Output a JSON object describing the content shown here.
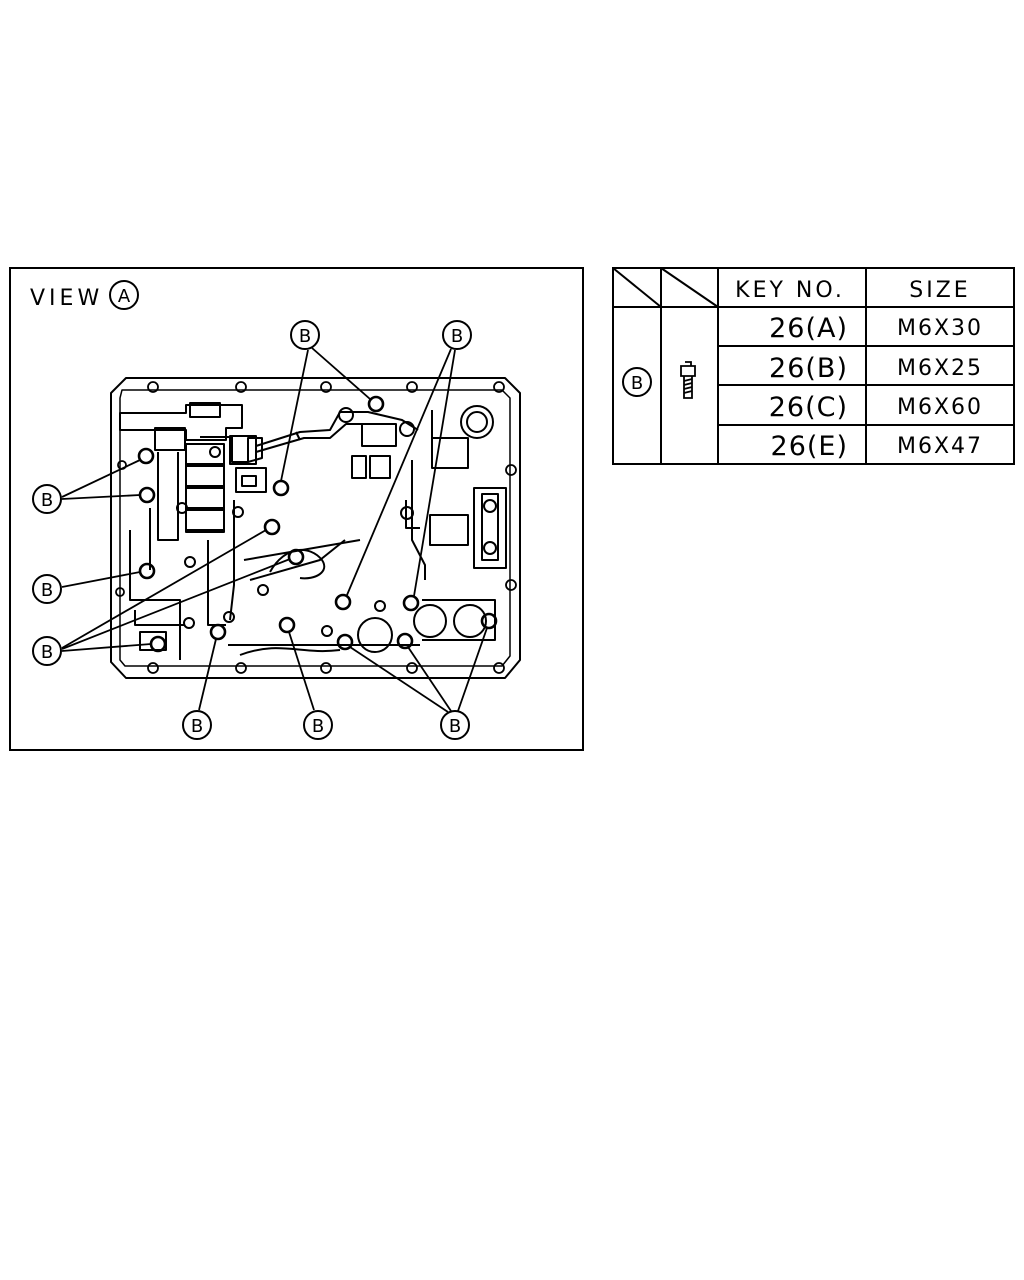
{
  "view": {
    "label": "VIEW",
    "marker": "A"
  },
  "callout_letter": "B",
  "table": {
    "header_key": "KEY NO.",
    "header_size": "SIZE",
    "part_marker": "B",
    "rows": [
      {
        "key": "26(A)",
        "size": "M6X30"
      },
      {
        "key": "26(B)",
        "size": "M6X25"
      },
      {
        "key": "26(C)",
        "size": "M6X60"
      },
      {
        "key": "26(E)",
        "size": "M6X47"
      }
    ]
  }
}
